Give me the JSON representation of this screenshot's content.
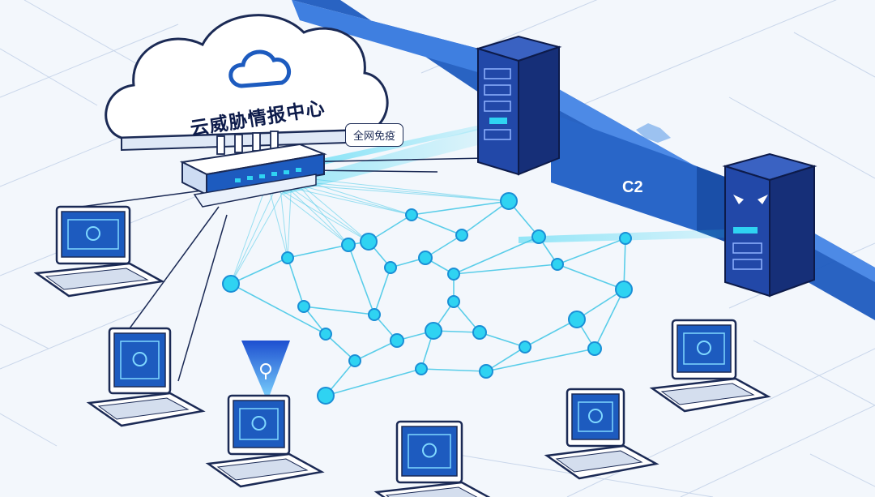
{
  "cloud_center": {
    "label": "云威胁情报中心",
    "icon": "cloud-icon"
  },
  "immunity_tag": {
    "label": "全网免疫"
  },
  "c2_server": {
    "label": "C2",
    "icon": "angry-face-icon"
  },
  "colors": {
    "primary_blue": "#1d5bbf",
    "dark_navy": "#1b2a55",
    "cyan_node": "#2fd3f2",
    "node_stroke": "#1a8fd6",
    "link": "#3fc6e6"
  },
  "endpoint_icons": [
    "virus-icon",
    "alert-icon",
    "bulb-icon",
    "detect-icon",
    "document-icon",
    "shield-check-icon",
    "report-icon"
  ]
}
